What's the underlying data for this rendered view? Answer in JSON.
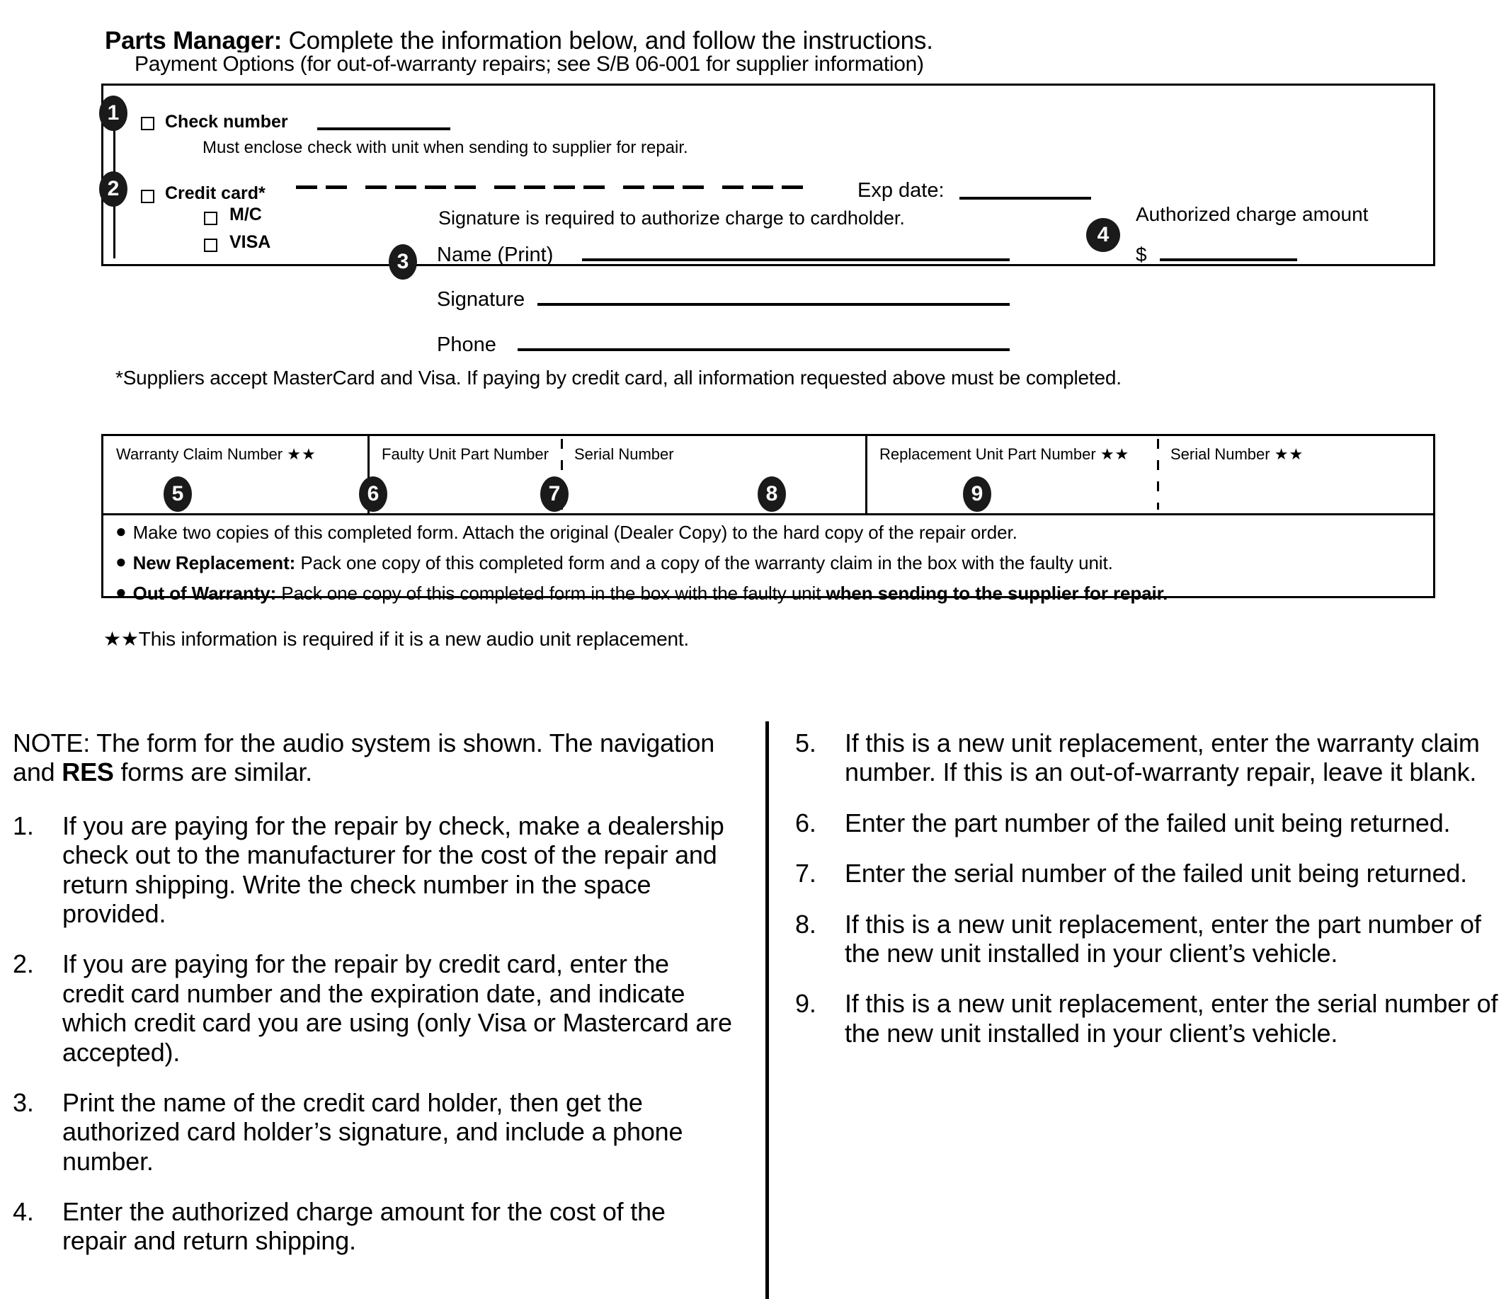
{
  "heading": {
    "bold_part": "Parts Manager:",
    "rest": " Complete the information below, and follow the instructions."
  },
  "payment_box": {
    "legend": "Payment Options (for out-of-warranty repairs; see S/B 06-001 for supplier information)",
    "badges": {
      "one": "1",
      "two": "2",
      "three": "3",
      "four": "4"
    },
    "check_number_label": "Check number",
    "check_note": "Must enclose check with unit when sending to supplier for repair.",
    "credit_card_label": "Credit card*",
    "mc_label": "M/C",
    "visa_label": "VISA",
    "exp_date_label": "Exp date:",
    "signature_note": "Signature is required to authorize charge to cardholder.",
    "name_label": "Name (Print)",
    "signature_label": "Signature",
    "phone_label": "Phone",
    "authorized_charge_label": "Authorized charge amount",
    "dollar_sign": "$",
    "card_dash_groups": 4,
    "card_dashes_per_group": 4
  },
  "star_note": "*Suppliers accept MasterCard and Visa. If paying by credit card, all information requested above must be completed.",
  "table": {
    "columns": [
      {
        "header": "Warranty Claim Number",
        "stars": "★★",
        "badge": "5"
      },
      {
        "header": "Faulty Unit Part Number",
        "stars": "",
        "badge": "6"
      },
      {
        "header": "Serial Number",
        "stars": "",
        "badge": "7"
      },
      {
        "header": "Replacement Unit Part Number",
        "stars": "★★",
        "badge": "8"
      },
      {
        "header": "Serial Number",
        "stars": "★★",
        "badge": "9"
      }
    ],
    "bullets": [
      {
        "lead": "",
        "text": "Make two copies of this completed form. Attach the original (Dealer Copy) to the hard copy of the repair order.",
        "tail": ""
      },
      {
        "lead": "New Replacement:",
        "text": "  Pack one copy of this completed form and a copy of the warranty claim in the box with the faulty unit.",
        "tail": ""
      },
      {
        "lead": "Out of Warranty:",
        "text": "  Pack one copy of this completed form in the box with the faulty unit ",
        "tail": "when sending to the supplier for repair."
      }
    ]
  },
  "double_star_note": "★★This information is required if it is a new audio unit replacement.",
  "instructions": {
    "note": {
      "prefix": "NOTE: The form for the audio system is shown. The navigation and ",
      "bold": "RES",
      "suffix": " forms are similar."
    },
    "left_items": [
      {
        "num": "1.",
        "text": "If you are paying for the repair by check, make a dealership check out to the manufacturer for the cost of the repair and return shipping. Write the check number in the space provided."
      },
      {
        "num": "2.",
        "text": "If you are paying for the repair by credit card, enter the credit card number and the expiration date, and indicate which credit card you are using (only Visa or Mastercard are accepted)."
      },
      {
        "num": "3.",
        "text": "Print the name of the credit card holder, then get the authorized card holder’s signature, and include a phone number."
      },
      {
        "num": "4.",
        "text": "Enter the authorized charge amount for the cost of the repair and return shipping."
      }
    ],
    "right_items": [
      {
        "num": "5.",
        "text": "If this is a new unit replacement, enter the warranty claim number. If this is an out-of-warranty repair, leave it blank."
      },
      {
        "num": "6.",
        "text": "Enter the part number of the failed unit being returned."
      },
      {
        "num": "7.",
        "text": "Enter the serial number of the failed unit being returned."
      },
      {
        "num": "8.",
        "text": "If this is a new unit replacement, enter the part number of the new unit installed in your client’s vehicle."
      },
      {
        "num": "9.",
        "text": "If this is a new unit replacement, enter the serial number of the new unit installed in your client’s vehicle."
      }
    ]
  }
}
